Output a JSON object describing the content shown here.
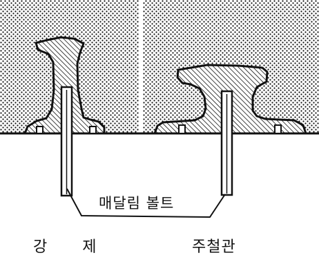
{
  "labels": {
    "hanging_bolt": "매달림 볼트",
    "steel": "강 제",
    "cast_iron_pipe": "주철관"
  },
  "colors": {
    "ink": "#111111",
    "background": "#ffffff"
  }
}
